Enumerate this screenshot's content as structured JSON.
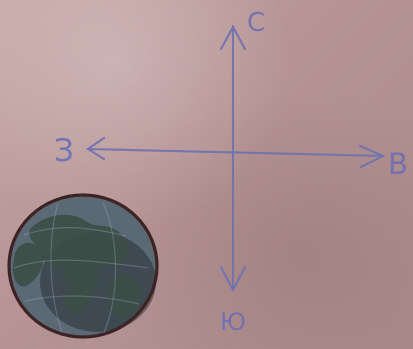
{
  "labels": {
    "north": "С",
    "south": "Ю",
    "east": "В",
    "west": "З"
  },
  "colors": {
    "paper": "#b69495",
    "ink": "#6f72ae",
    "globe_outline": "#3d2323",
    "ocean": "#5b6974",
    "land": "#3c4c46"
  },
  "icons": {
    "globe": "earth-globe-drawing",
    "compass_arrows": "hand-drawn-compass-arrows"
  }
}
